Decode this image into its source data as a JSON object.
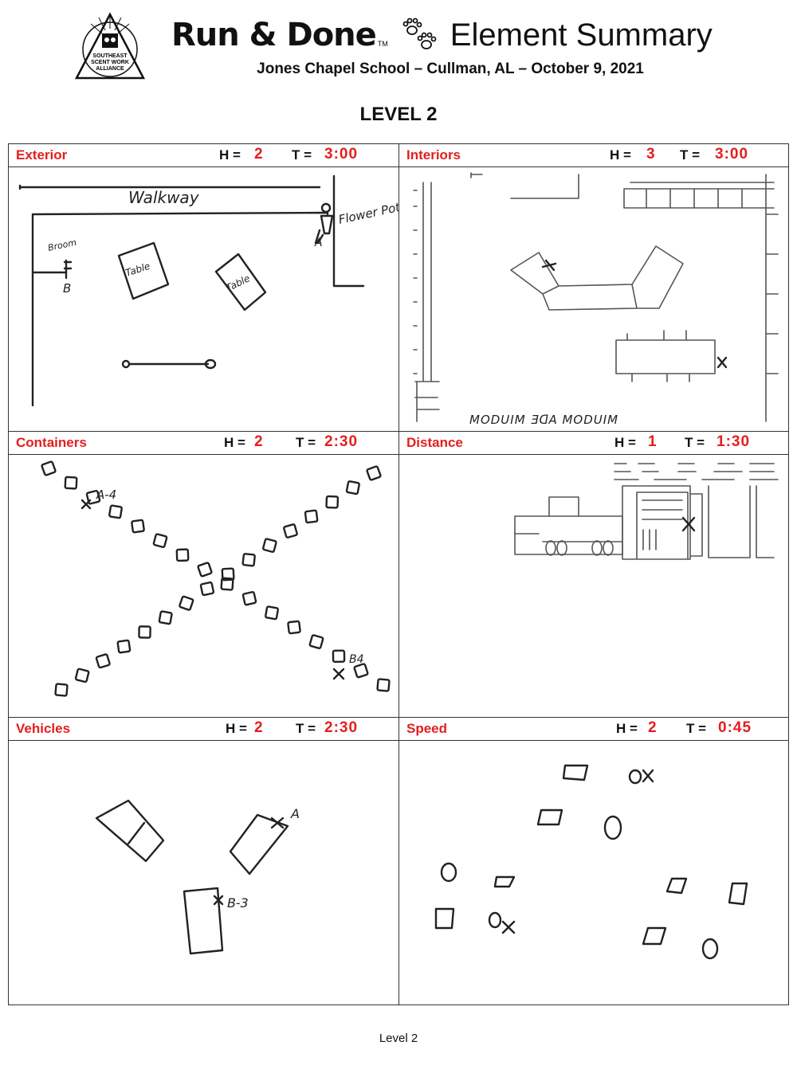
{
  "header": {
    "logo_text": [
      "SOUTHEAST",
      "SCENT WORK",
      "ALLIANCE"
    ],
    "brand": "Run & Done",
    "trademark": "TM",
    "title": "Element Summary",
    "subtitle": "Jones Chapel School – Cullman, AL – October 9, 2021",
    "level": "LEVEL 2"
  },
  "colors": {
    "accent": "#e41e1e",
    "ink": "#111111"
  },
  "elements": [
    {
      "name": "Exterior",
      "h_label": "H =",
      "h": "2",
      "t_label": "T =",
      "t": "3:00",
      "labels": {
        "walkway": "Walkway",
        "flower_pot": "Flower Pot",
        "hide_a": "A",
        "broom": "Broom",
        "hide_b": "B",
        "table1": "Table",
        "table2": "Table"
      }
    },
    {
      "name": "Interiors",
      "h_label": "H =",
      "h": "3",
      "t_label": "T =",
      "t": "3:00",
      "labels": {
        "window": "MODUIM ƎᗡA MODUIM"
      }
    },
    {
      "name": "Containers",
      "h_label": "H =",
      "h": "2",
      "t_label": "T =",
      "t": "2:30",
      "labels": {
        "hide_a4": "A-4",
        "hide_b4": "B4"
      }
    },
    {
      "name": "Distance",
      "h_label": "H =",
      "h": "1",
      "t_label": "T =",
      "t": "1:30",
      "labels": {}
    },
    {
      "name": "Vehicles",
      "h_label": "H =",
      "h": "2",
      "t_label": "T =",
      "t": "2:30",
      "labels": {
        "hide_a": "A",
        "hide_b3": "B-3"
      }
    },
    {
      "name": "Speed",
      "h_label": "H =",
      "h": "2",
      "t_label": "T =",
      "t": "0:45",
      "labels": {}
    }
  ],
  "footer": "Level 2"
}
